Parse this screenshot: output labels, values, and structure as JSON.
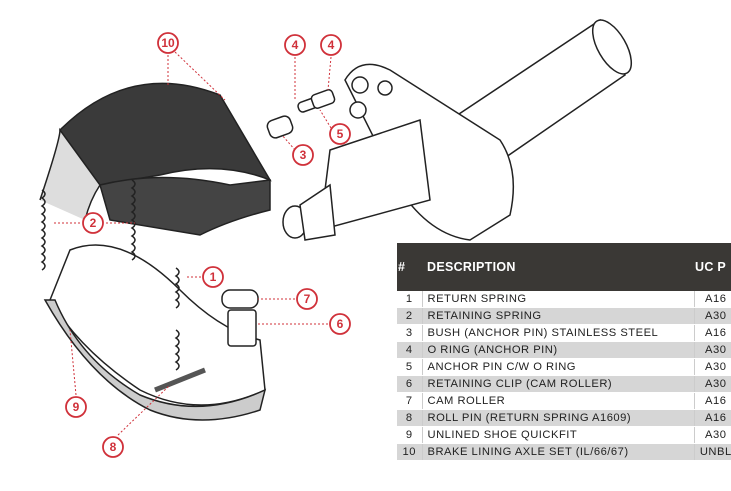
{
  "table": {
    "headers": {
      "num": "#",
      "description": "DESCRIPTION",
      "part": "UC P"
    },
    "rows": [
      {
        "num": "1",
        "description": "RETURN SPRING",
        "part": "A16"
      },
      {
        "num": "2",
        "description": "RETAINING SPRING",
        "part": "A30"
      },
      {
        "num": "3",
        "description": "BUSH (ANCHOR PIN) STAINLESS STEEL",
        "part": "A16"
      },
      {
        "num": "4",
        "description": "O RING (ANCHOR PIN)",
        "part": "A30"
      },
      {
        "num": "5",
        "description": "ANCHOR PIN C/W O RING",
        "part": "A30"
      },
      {
        "num": "6",
        "description": "RETAINING CLIP (CAM ROLLER)",
        "part": "A30"
      },
      {
        "num": "7",
        "description": "CAM ROLLER",
        "part": "A16"
      },
      {
        "num": "8",
        "description": "ROLL PIN (RETURN SPRING A1609)",
        "part": "A16"
      },
      {
        "num": "9",
        "description": "UNLINED SHOE QUICKFIT",
        "part": "A30"
      },
      {
        "num": "10",
        "description": "BRAKE LINING AXLE SET (IL/66/67)",
        "part": "UNBL"
      }
    ]
  },
  "callouts": [
    "10",
    "4",
    "4",
    "5",
    "3",
    "2",
    "1",
    "7",
    "6",
    "9",
    "8"
  ],
  "colors": {
    "accent": "#d0313a",
    "header_bg": "#3a3835",
    "row_alt": "#d6d6d6"
  }
}
